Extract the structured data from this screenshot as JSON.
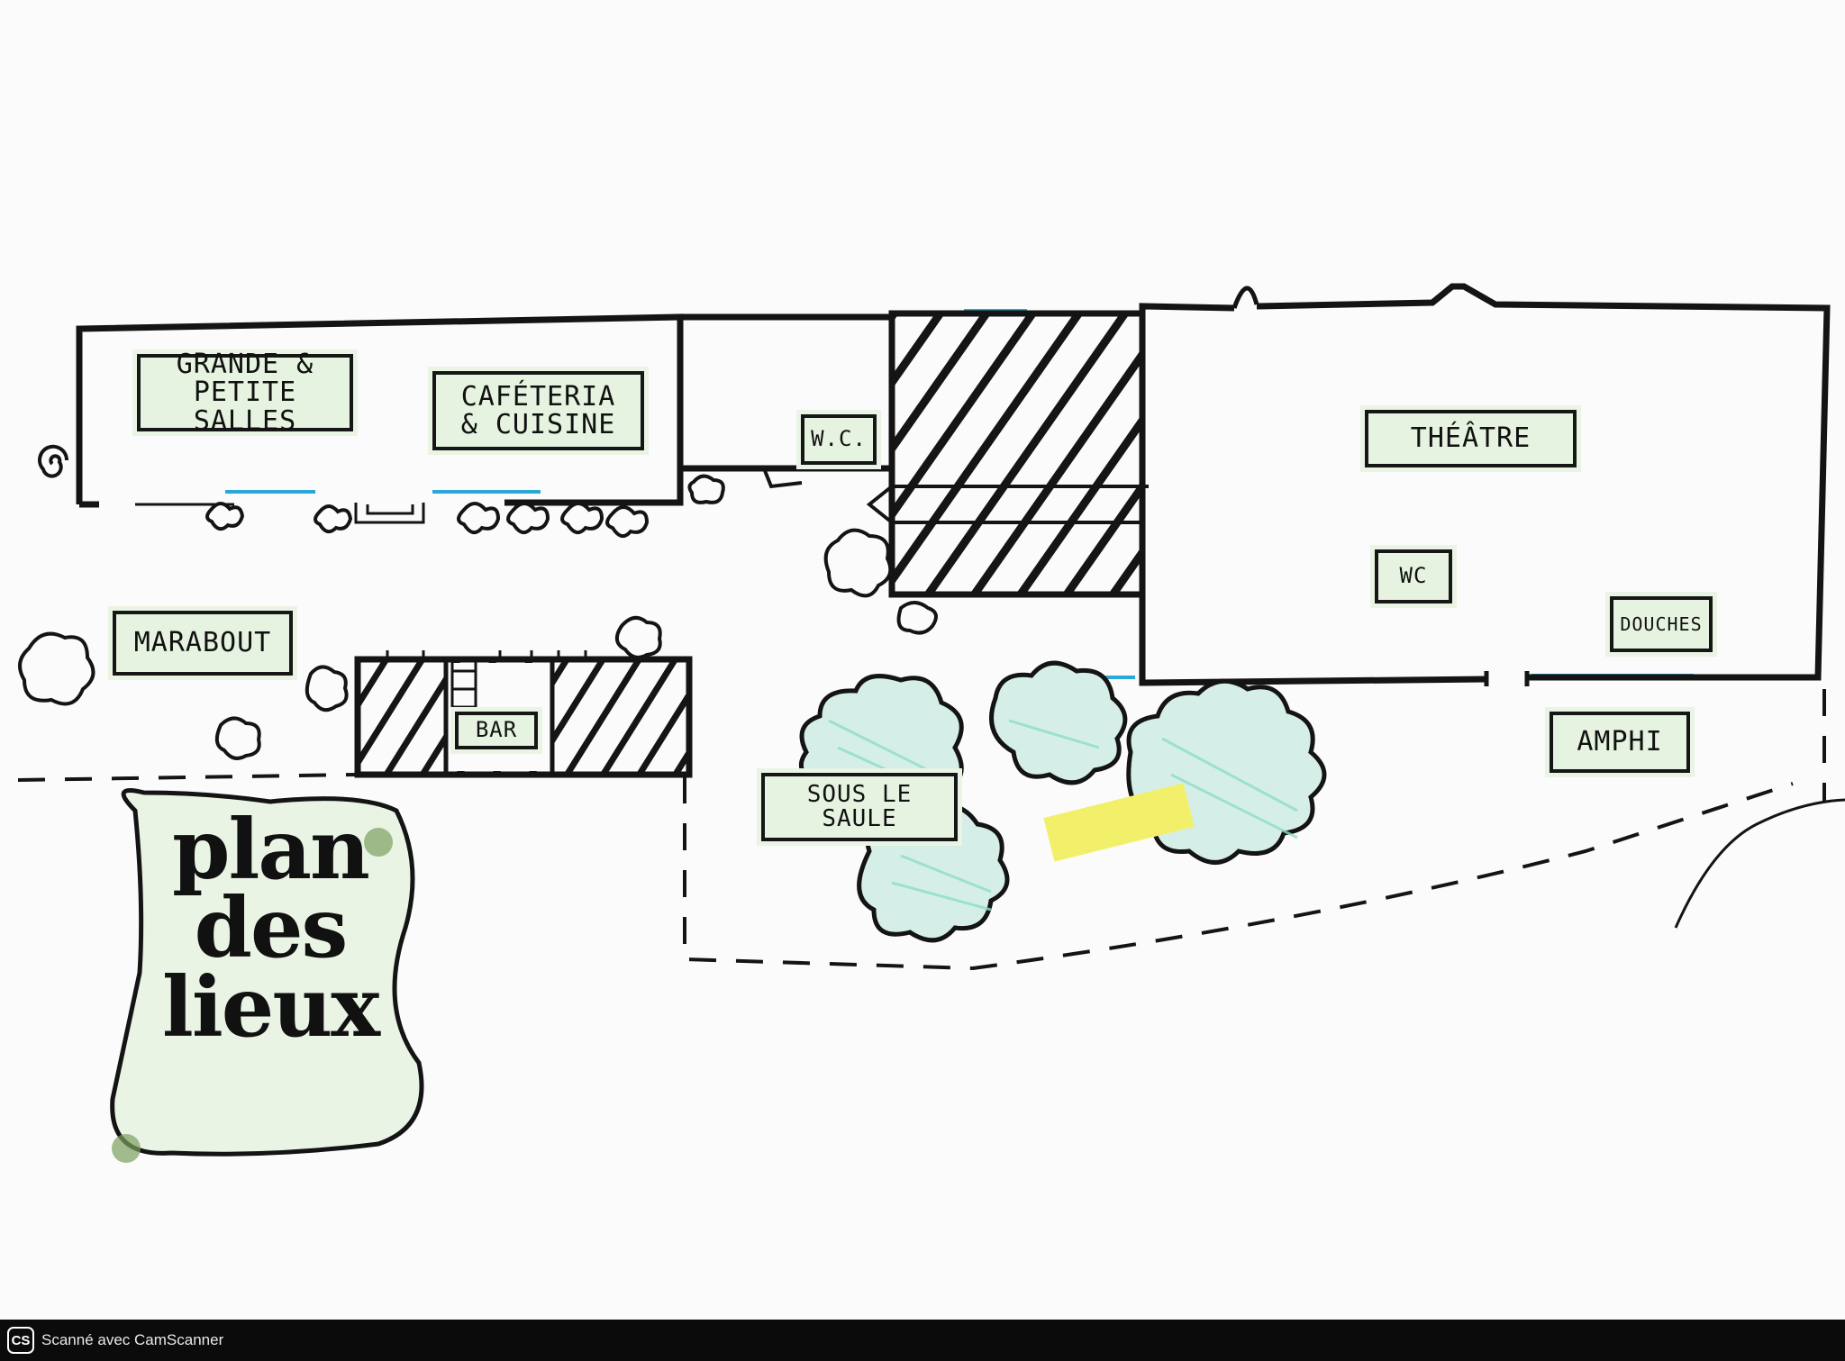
{
  "map": {
    "title": "plan\ndes\nlieux",
    "labels": {
      "grande_salles": "GRANDE &\nPETITE SALLES",
      "cafeteria": "CAFÉTERIA\n& CUISINE",
      "wc_main": "W.C.",
      "theatre": "THÉÂTRE",
      "wc_theatre": "WC",
      "douches": "DOUCHES",
      "marabout": "MARABOUT",
      "bar": "BAR",
      "sous_le_saule": "SOUS LE\nSAULE",
      "amphi": "AMPHI"
    },
    "colors": {
      "ink": "#141414",
      "label_bg": "#e6f3e0",
      "tree_fill": "#d5efe8",
      "water_accent": "#2aa8d8",
      "sticky_note": "#f2f06a"
    }
  },
  "footer": {
    "logo_text": "CS",
    "text": "Scanné avec CamScanner"
  }
}
